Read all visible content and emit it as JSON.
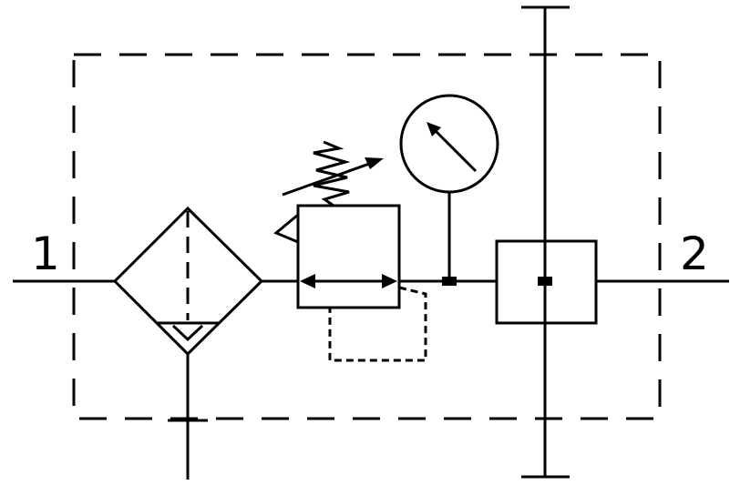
{
  "diagram": {
    "ports": {
      "inlet_label": "1",
      "outlet_label": "2"
    },
    "components": [
      "filter",
      "pressure-regulator",
      "pressure-gauge",
      "manifold-block"
    ],
    "colors": {
      "stroke": "#000000",
      "background": "#ffffff"
    }
  }
}
